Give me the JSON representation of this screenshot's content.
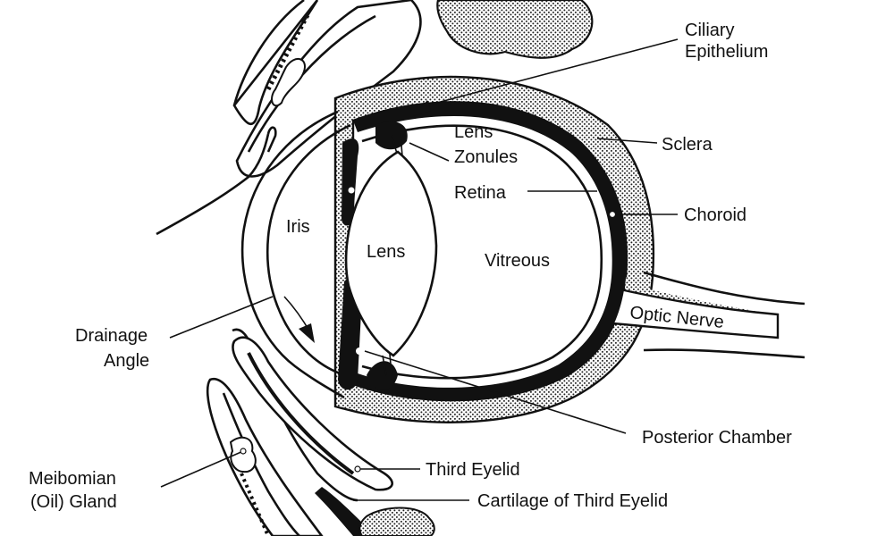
{
  "diagram": {
    "labels": {
      "ciliary_1": "Ciliary",
      "ciliary_2": "Epithelium",
      "lens_zonules_1": "Lens",
      "lens_zonules_2": "Zonules",
      "sclera": "Sclera",
      "retina": "Retina",
      "choroid": "Choroid",
      "iris": "Iris",
      "lens": "Lens",
      "vitreous": "Vitreous",
      "optic_nerve": "Optic Nerve",
      "drainage_1": "Drainage",
      "drainage_2": "Angle",
      "posterior_chamber": "Posterior Chamber",
      "third_eyelid": "Third Eyelid",
      "meibomian_1": "Meibomian",
      "meibomian_2": "(Oil) Gland",
      "cartilage": "Cartilage of Third Eyelid"
    }
  }
}
